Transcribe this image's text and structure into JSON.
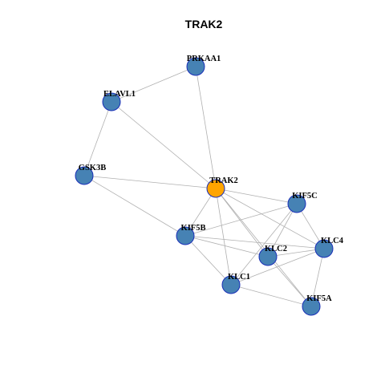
{
  "title": "TRAK2",
  "colors": {
    "center_node": "#ffa500",
    "other_node": "#4682b4",
    "node_border": "#1a2fb8",
    "edge": "#b0b0b0"
  },
  "nodes": [
    {
      "id": "PRKAA1",
      "label": "PRKAA1",
      "center": false
    },
    {
      "id": "ELAVL1",
      "label": "ELAVL1",
      "center": false
    },
    {
      "id": "GSK3B",
      "label": "GSK3B",
      "center": false
    },
    {
      "id": "TRAK2",
      "label": "TRAK2",
      "center": true
    },
    {
      "id": "KIF5C",
      "label": "KIF5C",
      "center": false
    },
    {
      "id": "KIF5B",
      "label": "KIF5B",
      "center": false
    },
    {
      "id": "KLC4",
      "label": "KLC4",
      "center": false
    },
    {
      "id": "KLC2",
      "label": "KLC2",
      "center": false
    },
    {
      "id": "KLC1",
      "label": "KLC1",
      "center": false
    },
    {
      "id": "KIF5A",
      "label": "KIF5A",
      "center": false
    }
  ],
  "edges": [
    [
      "PRKAA1",
      "ELAVL1"
    ],
    [
      "PRKAA1",
      "TRAK2"
    ],
    [
      "ELAVL1",
      "TRAK2"
    ],
    [
      "ELAVL1",
      "GSK3B"
    ],
    [
      "GSK3B",
      "TRAK2"
    ],
    [
      "GSK3B",
      "KIF5B"
    ],
    [
      "TRAK2",
      "KIF5C"
    ],
    [
      "TRAK2",
      "KIF5B"
    ],
    [
      "TRAK2",
      "KLC4"
    ],
    [
      "TRAK2",
      "KLC2"
    ],
    [
      "TRAK2",
      "KLC1"
    ],
    [
      "TRAK2",
      "KIF5A"
    ],
    [
      "KIF5C",
      "KIF5B"
    ],
    [
      "KIF5C",
      "KLC4"
    ],
    [
      "KIF5C",
      "KLC2"
    ],
    [
      "KIF5C",
      "KLC1"
    ],
    [
      "KIF5B",
      "KLC4"
    ],
    [
      "KIF5B",
      "KLC2"
    ],
    [
      "KIF5B",
      "KLC1"
    ],
    [
      "KLC4",
      "KLC2"
    ],
    [
      "KLC4",
      "KLC1"
    ],
    [
      "KLC4",
      "KIF5A"
    ],
    [
      "KLC2",
      "KIF5A"
    ],
    [
      "KLC1",
      "KIF5A"
    ]
  ]
}
